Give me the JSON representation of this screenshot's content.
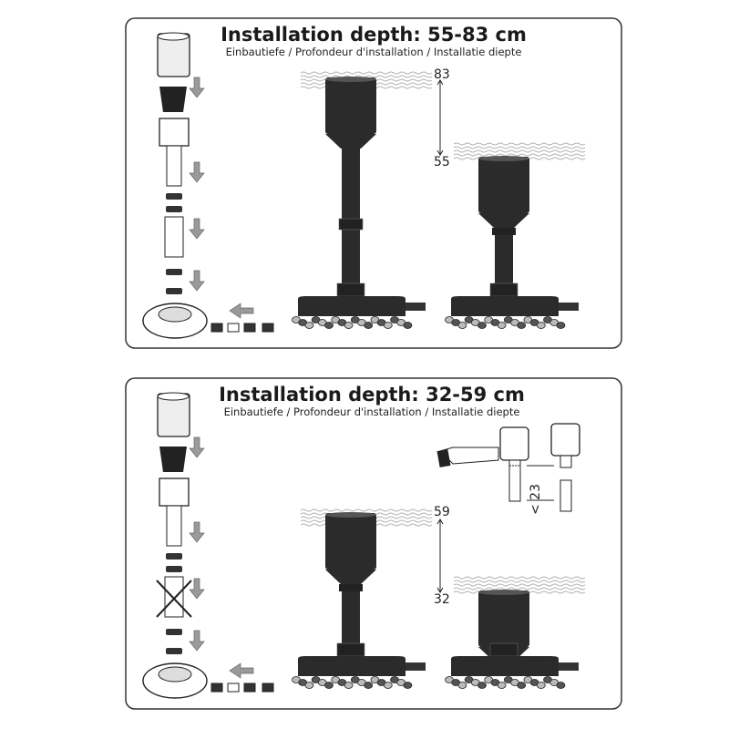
{
  "panels": [
    {
      "title": "Installation depth: 55-83 cm",
      "subtitle": "Einbautiefe / Profondeur d'installation / Installatie diepte",
      "depth_max": "83",
      "depth_min": "55"
    },
    {
      "title": "Installation depth: 32-59 cm",
      "subtitle": "Einbautiefe / Profondeur d'installation / Installatie diepte",
      "depth_max": "59",
      "depth_min": "32",
      "cut_label": "< 23"
    }
  ],
  "colors": {
    "pump": "#2b2b2b",
    "arrow": "#9a9a9a",
    "border": "#333333",
    "water": "#b0b0b0"
  }
}
